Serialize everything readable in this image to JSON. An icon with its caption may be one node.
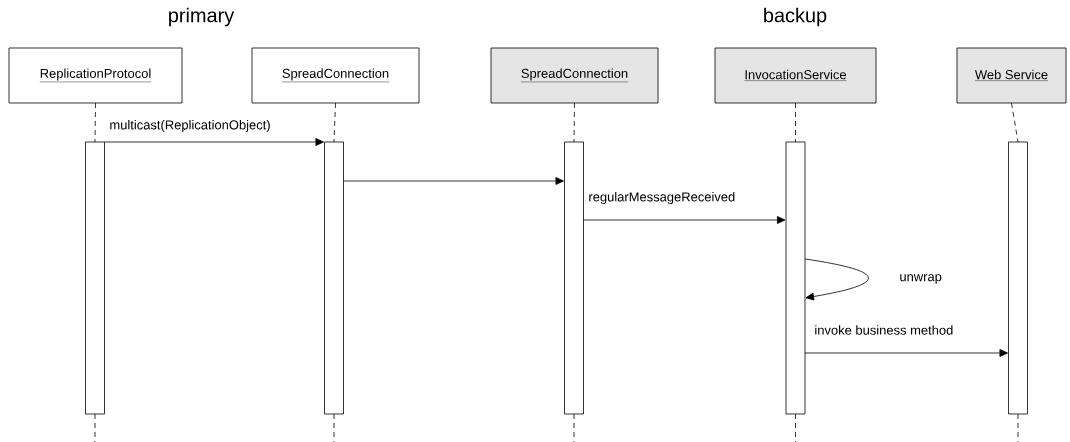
{
  "diagram": {
    "nodes": [
      {
        "text": [
          "ReplicationProtocol"
        ]
      },
      {
        "text": [
          "SpreadConnection"
        ]
      },
      {
        "text": [
          "SpreadConnection"
        ]
      },
      {
        "text": [
          "InvocationService"
        ]
      },
      {
        "text": [
          "Web Service"
        ]
      },
      {
        "text": [],
        "shape": "bar"
      },
      {
        "text": [],
        "shape": "bar"
      },
      {
        "text": [],
        "shape": "bar"
      },
      {
        "text": [],
        "shape": "bar"
      },
      {
        "text": [],
        "shape": "bar"
      }
    ],
    "edges": [
      {
        "from": 5,
        "to": 6,
        "arrow": "to",
        "label": "multicast(ReplicationObject)"
      },
      {
        "from": 6,
        "to": 7,
        "arrow": "to"
      },
      {
        "from": 7,
        "to": 8,
        "arrow": "to",
        "label": "regularMessageReceived"
      },
      {
        "from": 8,
        "to": 8,
        "arrow": "to",
        "label": "unwrap"
      },
      {
        "from": 8,
        "to": 9,
        "arrow": "to",
        "label": "invoke business method"
      },
      {
        "from": 0,
        "to": 5,
        "arrow": "none",
        "style": "dashed"
      },
      {
        "from": 1,
        "to": 6,
        "arrow": "none",
        "style": "dashed"
      },
      {
        "from": 2,
        "to": 7,
        "arrow": "none",
        "style": "dashed"
      },
      {
        "from": 3,
        "to": 8,
        "arrow": "none",
        "style": "dashed"
      },
      {
        "from": 4,
        "to": 9,
        "arrow": "none",
        "style": "dashed"
      }
    ],
    "labels": [
      "primary",
      "backup"
    ]
  }
}
